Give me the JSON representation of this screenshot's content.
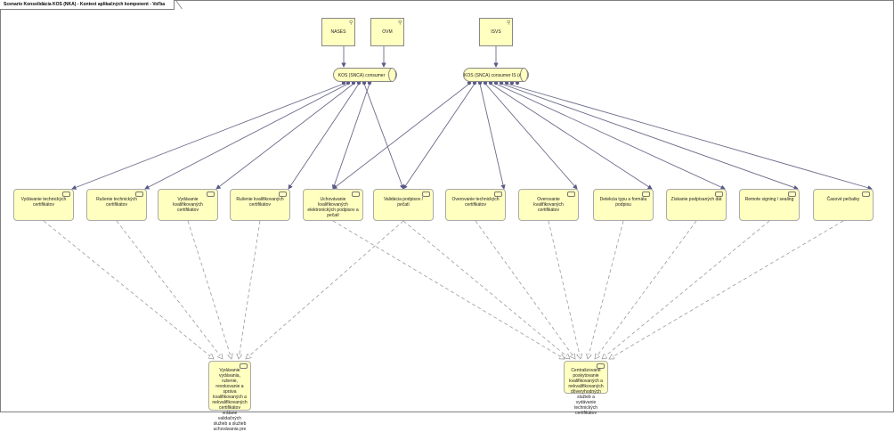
{
  "frame": {
    "title": "Scenario Konsolidácia KOS (NKA) - Kontext aplikačných komponent - Voľba"
  },
  "actors": [
    {
      "id": "a1",
      "label": "NASES"
    },
    {
      "id": "a2",
      "label": "OVM"
    },
    {
      "id": "a3",
      "label": "ISVS"
    }
  ],
  "interfaces": [
    {
      "id": "i1",
      "label": "KOS (SNCA) consumer"
    },
    {
      "id": "i2",
      "label": "KOS (SNCA) consumer IS (API)"
    }
  ],
  "services": [
    {
      "id": "s1",
      "label": "Vydávanie technických certifikátov"
    },
    {
      "id": "s2",
      "label": "Rušenie technických certifikátov"
    },
    {
      "id": "s3",
      "label": "Vydávanie kvalifikovaných certifikátov"
    },
    {
      "id": "s4",
      "label": "Rušenie kvalifikovaných certifikátov"
    },
    {
      "id": "s5",
      "label": "Uchovávanie kvalifikovaných elektronických podpisov a pečatí"
    },
    {
      "id": "s6",
      "label": "Validácia podpisov / pečatí"
    },
    {
      "id": "s7",
      "label": "Overovanie technických certifikátov"
    },
    {
      "id": "s8",
      "label": "Overovanie kvalifikovaných certifikátov"
    },
    {
      "id": "s9",
      "label": "Detekcia typu a formátu podpisu"
    },
    {
      "id": "s10",
      "label": "Získanie podpísaných dát"
    },
    {
      "id": "s11",
      "label": "Remote signing / sealing"
    },
    {
      "id": "s12",
      "label": "Časové pečiatky"
    }
  ],
  "objects": [
    {
      "id": "o1",
      "label": "Vydávanie vydávania, rušenie, revokovanie a správa kvalifikovaných a nekvalifikovaných certifikátov vrátane validačných služieb a služieb uchovávania pre"
    },
    {
      "id": "o2",
      "label": "Centralizované poskytovanie kvalifikovaných a nekvalifikovaných dôveryhodných služieb a vydávanie technických certifikátov"
    }
  ]
}
